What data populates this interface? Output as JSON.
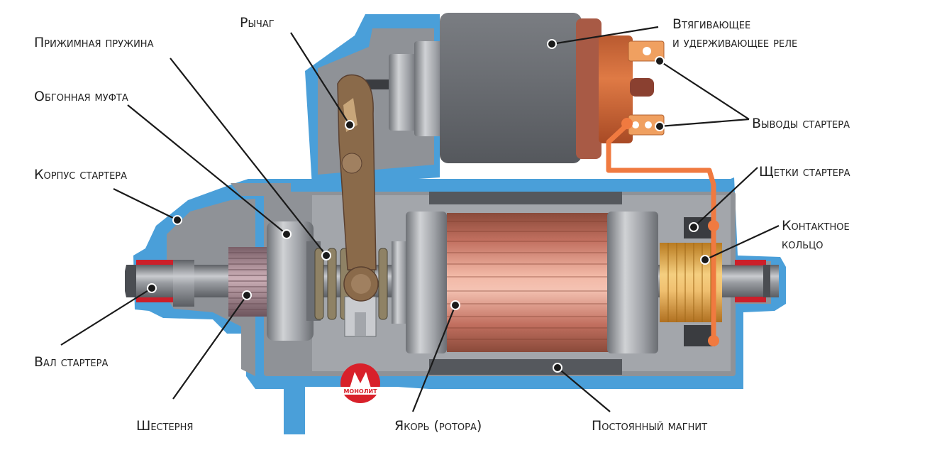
{
  "labels": {
    "lever": "Рычаг",
    "pressure_spring": "Прижимная пружина",
    "overrunning_clutch": "Обгонная муфта",
    "starter_housing": "Корпус стартера",
    "starter_shaft": "Вал стартера",
    "pinion_gear": "Шестерня",
    "armature": "Якорь (ротора)",
    "permanent_magnet": "Постоянный магнит",
    "relay_line1": "Втягивающее",
    "relay_line2": "и удерживающее реле",
    "terminals": "Выводы стартера",
    "brushes": "Щетки стартера",
    "slip_ring_line1": "Контактное",
    "slip_ring_line2": "кольцо"
  },
  "colors": {
    "housing_blue": "#4a9fd9",
    "housing_gray": "#8f9297",
    "inner_gray": "#a3a6ab",
    "solenoid_gray": "#6b6e73",
    "lever_brown": "#8a6a4a",
    "copper": "#d46a3a",
    "commutator": "#f0b860",
    "armature_pink": "#e8a590",
    "pinion_mauve": "#a88590",
    "logo_red": "#d8202a"
  },
  "logo": {
    "text": "МОНОЛИТ"
  }
}
